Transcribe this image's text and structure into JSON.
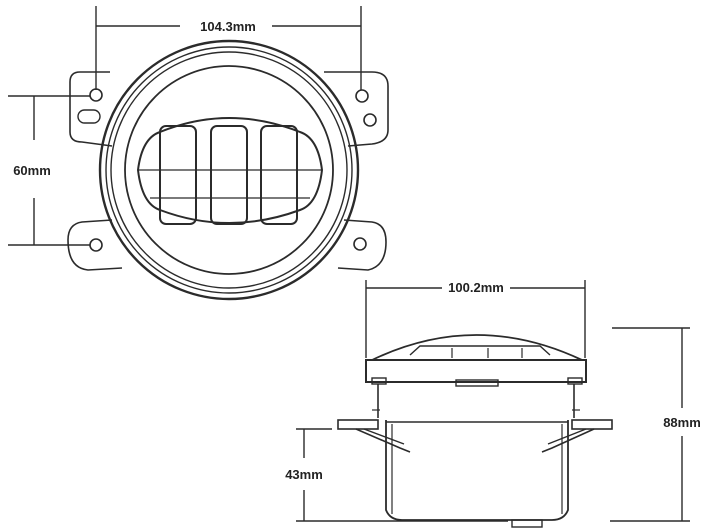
{
  "dimensions": {
    "front_width": "104.3mm",
    "mount_spacing": "60mm",
    "body_width": "100.2mm",
    "total_depth": "88mm",
    "rear_depth": "43mm"
  },
  "colors": {
    "line": "#2b2b2b",
    "background": "#ffffff"
  }
}
